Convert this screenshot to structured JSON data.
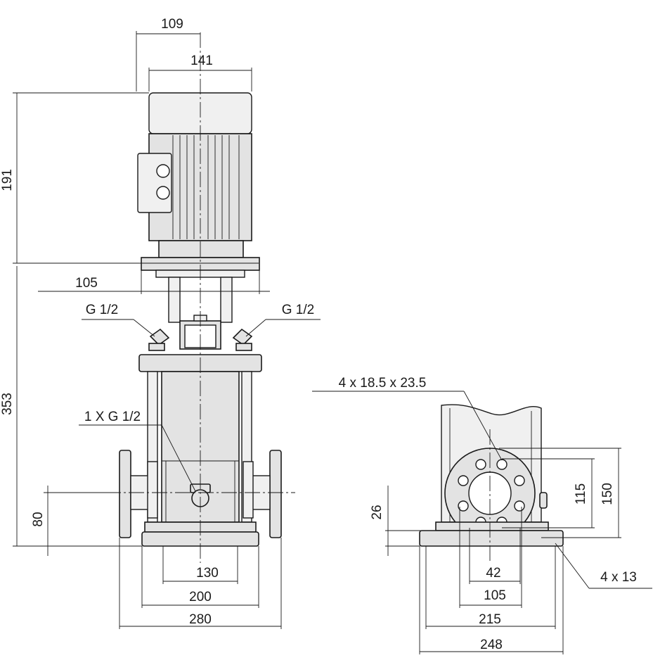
{
  "dimensions": {
    "top_width_109": "109",
    "motor_width_141": "141",
    "motor_height_191": "191",
    "pump_height_353": "353",
    "inlet_height_80": "80",
    "flange_offset_105": "105",
    "plug_left": "G 1/2",
    "plug_right": "G 1/2",
    "drain_plug": "1 X G 1/2",
    "base_130": "130",
    "base_200": "200",
    "base_280": "280",
    "flange_holes": "4  x  18.5     x 23.5",
    "side_26": "26",
    "side_115": "115",
    "side_150": "150",
    "side_42": "42",
    "side_105": "105",
    "side_215": "215",
    "side_248": "248",
    "base_holes": "4  x  13"
  }
}
